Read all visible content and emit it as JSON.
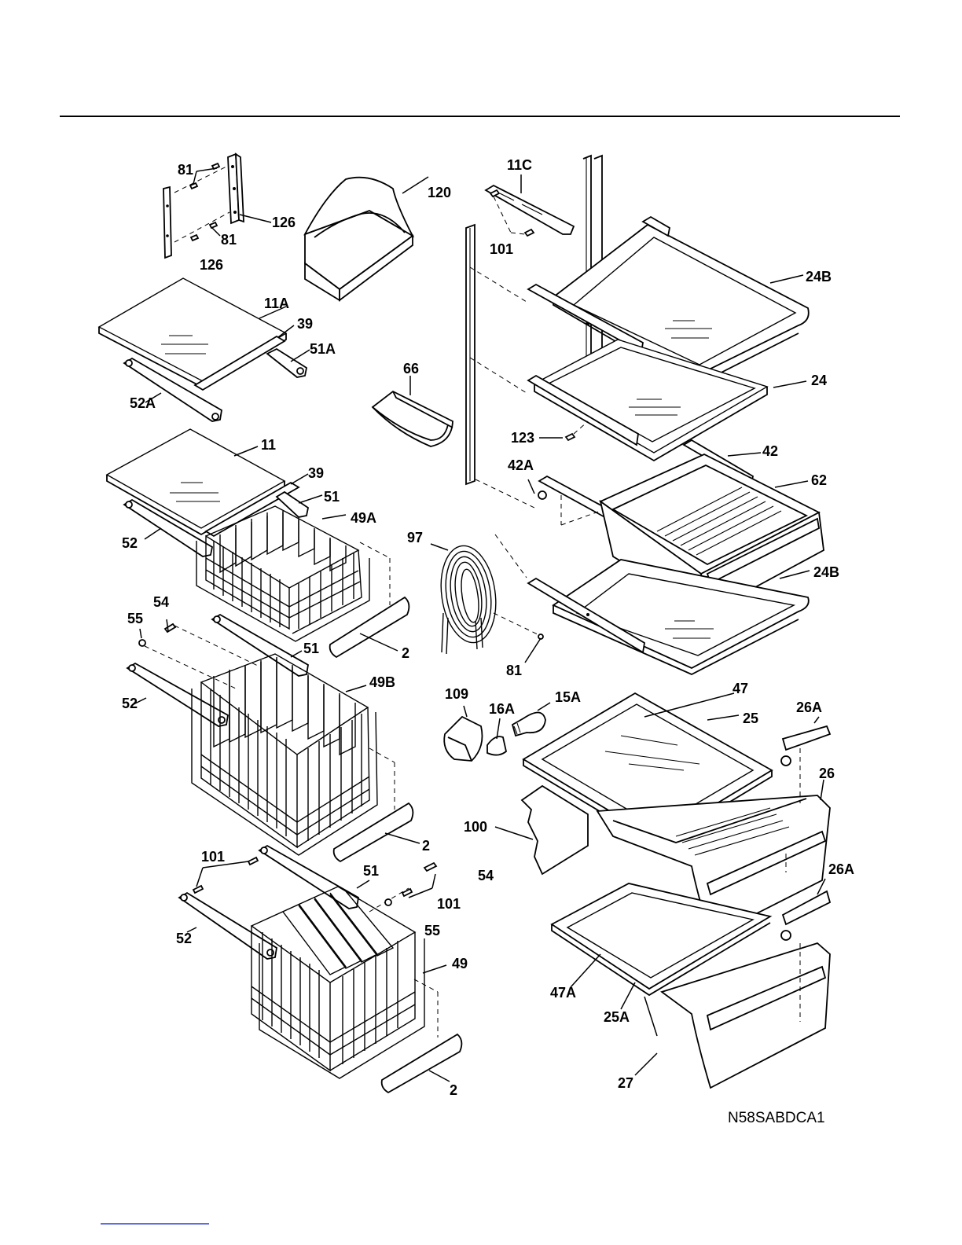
{
  "diagram_code": "N58SABDCA1",
  "part_labels": {
    "p81a": "81",
    "p81b": "81",
    "p126a": "126",
    "p126b": "126",
    "p120": "120",
    "p11C": "11C",
    "p101a": "101",
    "p24Ba": "24B",
    "p11A": "11A",
    "p39a": "39",
    "p51A": "51A",
    "p52A": "52A",
    "p66": "66",
    "p24": "24",
    "p123": "123",
    "p11": "11",
    "p39b": "39",
    "p51a": "51",
    "p42": "42",
    "p62": "62",
    "p42A": "42A",
    "p49A": "49A",
    "p52a": "52",
    "p97": "97",
    "p24Bb": "24B",
    "p54a": "54",
    "p55a": "55",
    "p51b": "51",
    "p2a": "2",
    "p81c": "81",
    "p49B": "49B",
    "p52b": "52",
    "p109": "109",
    "p16A": "16A",
    "p15A": "15A",
    "p47": "47",
    "p25": "25",
    "p26A1": "26A",
    "p26": "26",
    "p100": "100",
    "p2b": "2",
    "p101b": "101",
    "p51c": "51",
    "p54b": "54",
    "p101c": "101",
    "p55b": "55",
    "p26A2": "26A",
    "p52c": "52",
    "p49": "49",
    "p47A": "47A",
    "p25A": "25A",
    "p2c": "2",
    "p27": "27"
  }
}
